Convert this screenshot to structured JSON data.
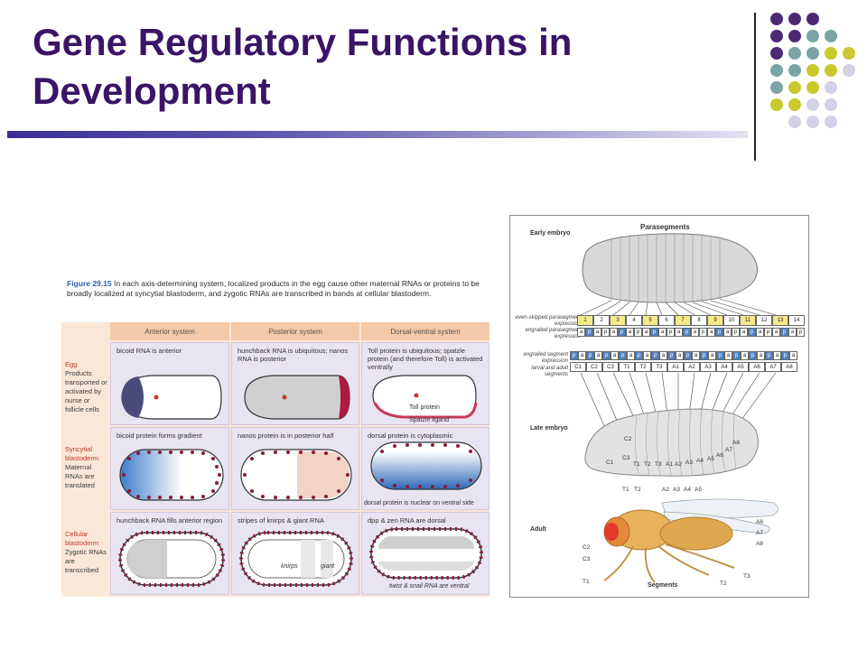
{
  "slide": {
    "title": "Gene Regulatory Functions in Development"
  },
  "colors": {
    "title": "#3a1466",
    "dot_purple": "#4b2a73",
    "dot_teal": "#7ba4a4",
    "dot_olive": "#c9c92e",
    "dot_lavender": "#d3d1e8"
  },
  "left_figure": {
    "caption_label": "Figure 29.15",
    "caption_text": "In each axis-determining system, localized products in the egg cause other maternal RNAs or proteins to be broadly localized at syncytial blastoderm, and zygotic RNAs are transcribed in bands at cellular blastoderm.",
    "columns": [
      "Anterior system",
      "Posterior system",
      "Dorsal-ventral system"
    ],
    "rows": [
      {
        "title": "Egg",
        "subtitle": "Products transported or activated by nurse or follicle cells",
        "cells": [
          "bicoid RNA is anterior",
          "hunchback RNA is ubiquitous; nanos RNA is posterior",
          "Toll protein is ubiquitous; spatzle protein (and therefore Toll) is activated ventrally"
        ],
        "extra": [
          "Toll protein",
          "Spatzle ligand"
        ]
      },
      {
        "title": "Syncytial blastoderm",
        "subtitle": "Maternal RNAs are translated",
        "cells": [
          "bicoid protein forms gradient",
          "nanos protein is in posterior half",
          "dorsal protein is cytoplasmic"
        ],
        "extra": [
          "dorsal protein is nuclear on ventral side"
        ]
      },
      {
        "title": "Cellular blastoderm",
        "subtitle": "Zygotic RNAs are transcribed",
        "cells": [
          "hunchback RNA fills anterior region",
          "stripes of knirps & giant RNA",
          "dpp & zen RNA are dorsal"
        ],
        "extra": [
          "knirps",
          "giant",
          "twist & snail RNA are ventral"
        ]
      }
    ]
  },
  "right_figure": {
    "parasegments_title": "Parasegments",
    "early_label": "Early embryo",
    "late_label": "Late embryo",
    "adult_label": "Adult",
    "segments_label": "Segments",
    "row_labels": [
      "even-skipped parasegment expression",
      "engrailed parasegment expression",
      "engrailed segment expression",
      "larval and adult segments"
    ],
    "parasegment_numbers": [
      "1",
      "2",
      "3",
      "4",
      "5",
      "6",
      "7",
      "8",
      "9",
      "10",
      "11",
      "12",
      "13",
      "14"
    ],
    "segment_names": [
      "C1",
      "C2",
      "C3",
      "T1",
      "T2",
      "T3",
      "A1",
      "A2",
      "A3",
      "A4",
      "A5",
      "A6",
      "A7",
      "A8"
    ],
    "late_labels": [
      "C2",
      "C3",
      "C1",
      "T1",
      "T2",
      "T3",
      "A1",
      "A2",
      "A3",
      "A4",
      "A5",
      "A6",
      "A7",
      "A8"
    ],
    "adult_top_labels": [
      "T1",
      "T2",
      "A2",
      "A3",
      "A4",
      "A5"
    ],
    "adult_left_labels": [
      "C2",
      "C3",
      "T1"
    ],
    "adult_right_labels": [
      "A6",
      "A7",
      "A8",
      "T3",
      "T2"
    ]
  }
}
